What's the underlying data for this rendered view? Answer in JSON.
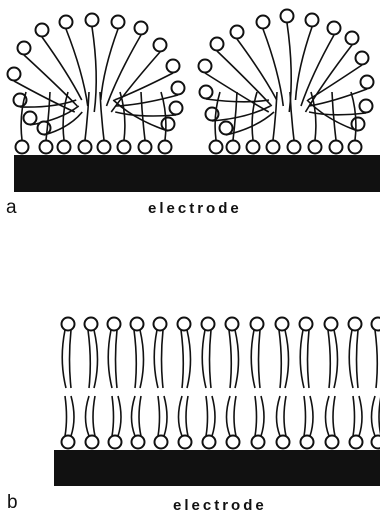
{
  "panels": [
    {
      "label": "a",
      "caption": "electrode"
    },
    {
      "label": "b",
      "caption": "electrode"
    }
  ],
  "colors": {
    "ink": "#111111",
    "background": "#ffffff"
  }
}
